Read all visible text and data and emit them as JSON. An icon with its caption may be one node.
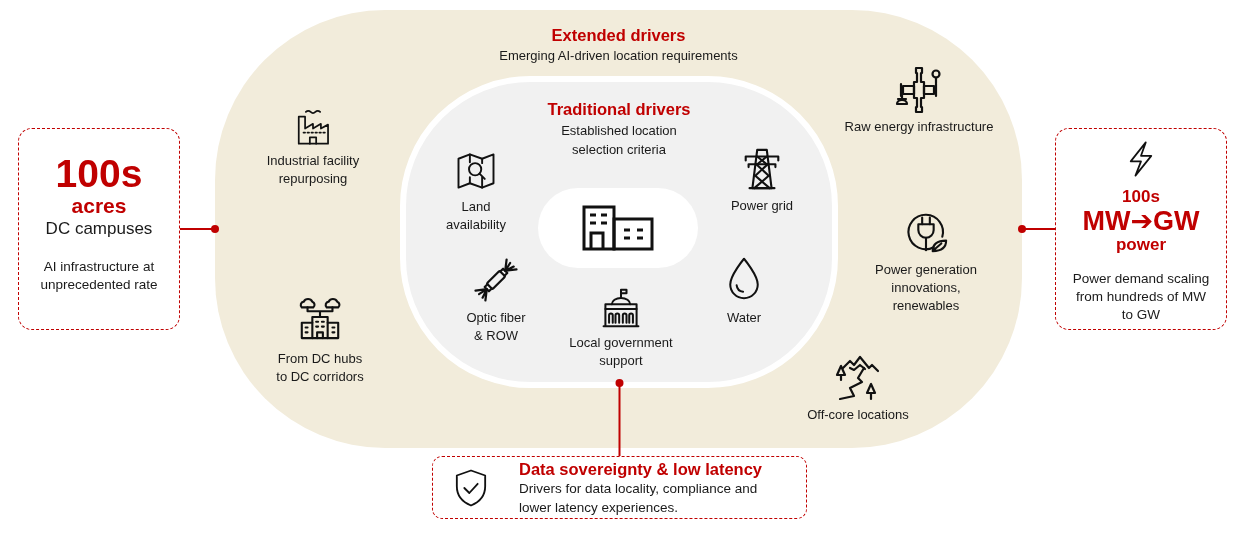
{
  "diagram": {
    "nodes": [
      {
        "text": [
          "Extended drivers",
          "Emerging AI-driven location requirements"
        ]
      },
      {
        "text": [
          "Traditional drivers",
          "Established location selection criteria"
        ],
        "in": 0
      },
      {
        "text": [],
        "shape": "picture",
        "in": 1
      },
      {
        "text": [
          "100s",
          "acres",
          "DC campuses",
          "AI infrastructure at unprecedented rate"
        ]
      },
      {
        "text": [
          "100s",
          "MW➔GW",
          "power",
          "Power demand scaling from hundreds of MW to GW"
        ]
      },
      {
        "text": [
          "Data sovereignty & low latency",
          "Drivers for data locality, compliance and lower latency experiences."
        ]
      }
    ],
    "edges": [
      {
        "from": 0,
        "to": 3,
        "arrow": "other"
      },
      {
        "from": 0,
        "to": 4,
        "arrow": "other"
      },
      {
        "from": 1,
        "to": 5,
        "arrow": "other"
      }
    ],
    "labels": [
      "Industrial facility repurposing",
      "From DC hubs to DC corridors",
      "Land availability",
      "Power grid",
      "Optic fiber & ROW",
      "Local government support",
      "Water",
      "Raw energy infrastructure",
      "Power generation innovations, renewables",
      "Off-core locations"
    ]
  }
}
